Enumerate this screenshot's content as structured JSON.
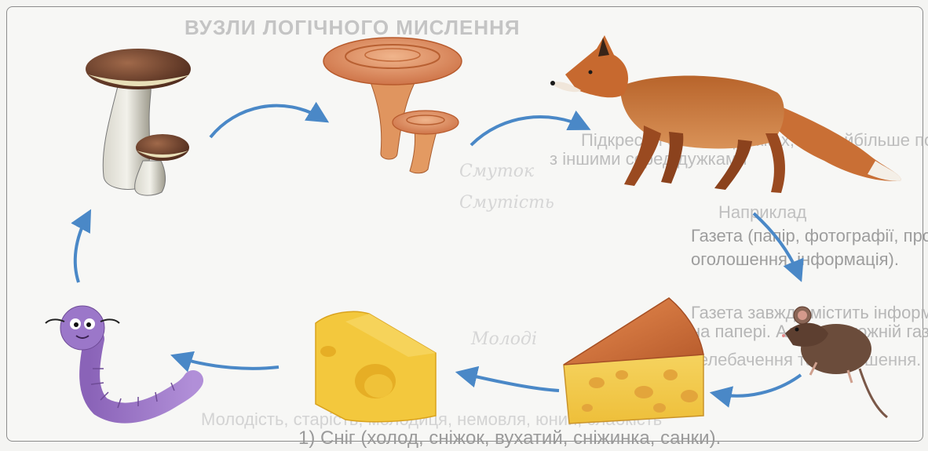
{
  "background_text": {
    "heading": "ВУЗЛИ ЛОГІЧНОГО МИСЛЕННЯ",
    "task_line1": "Підкресли слова в дужках, які найбільше пов'язані",
    "task_line2": "з іншими серед дужками",
    "example_label": "Наприклад",
    "example_line1": "Газета (папір, фотографії, програма телебачення,",
    "example_line2": "оголошення, інформація).",
    "para_line1": "Газета завжди містить інформацію, і друкують її",
    "para_line2": "на папері. Але не в кожній газеті є фотографії, програма",
    "para_line3": "телебачення та оголошення.",
    "handwritten_1": "Смуток",
    "handwritten_2": "Смутість",
    "handwritten_3": "Молоді",
    "strip_text": "Молодість, старість, молодиця, немовля, юний, слабкість",
    "bottom_line": "1) Сніг (холод, сніжок, вухатий, сніжинка, санки)."
  },
  "food_chain": {
    "sequence": [
      "mushroom",
      "saffron-milk-cap",
      "fox",
      "mouse",
      "cheese",
      "cheese-piece",
      "worm"
    ],
    "arrow_color": "#4a88c7"
  }
}
